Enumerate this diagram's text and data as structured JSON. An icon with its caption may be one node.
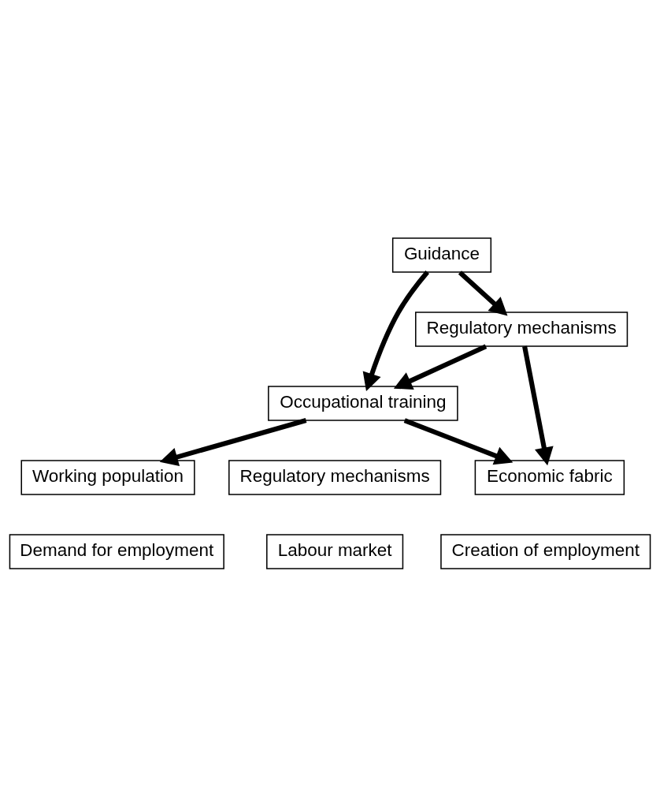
{
  "diagram": {
    "nodes": [
      {
        "text": [
          "Guidance"
        ]
      },
      {
        "text": [
          "Regulatory mechanisms"
        ]
      },
      {
        "text": [
          "Occupational training"
        ]
      },
      {
        "text": [
          "Working population"
        ]
      },
      {
        "text": [
          "Regulatory mechanisms"
        ]
      },
      {
        "text": [
          "Economic fabric"
        ]
      },
      {
        "text": [
          "Demand for employment"
        ]
      },
      {
        "text": [
          "Labour market"
        ]
      },
      {
        "text": [
          "Creation of employment"
        ]
      }
    ],
    "edges": [
      {
        "from": 0,
        "to": 1,
        "arrow": "to"
      },
      {
        "from": 0,
        "to": 2,
        "arrow": "to"
      },
      {
        "from": 1,
        "to": 2,
        "arrow": "to"
      },
      {
        "from": 2,
        "to": 3,
        "arrow": "to"
      },
      {
        "from": 2,
        "to": 5,
        "arrow": "to"
      },
      {
        "from": 1,
        "to": 5,
        "arrow": "to"
      }
    ]
  }
}
